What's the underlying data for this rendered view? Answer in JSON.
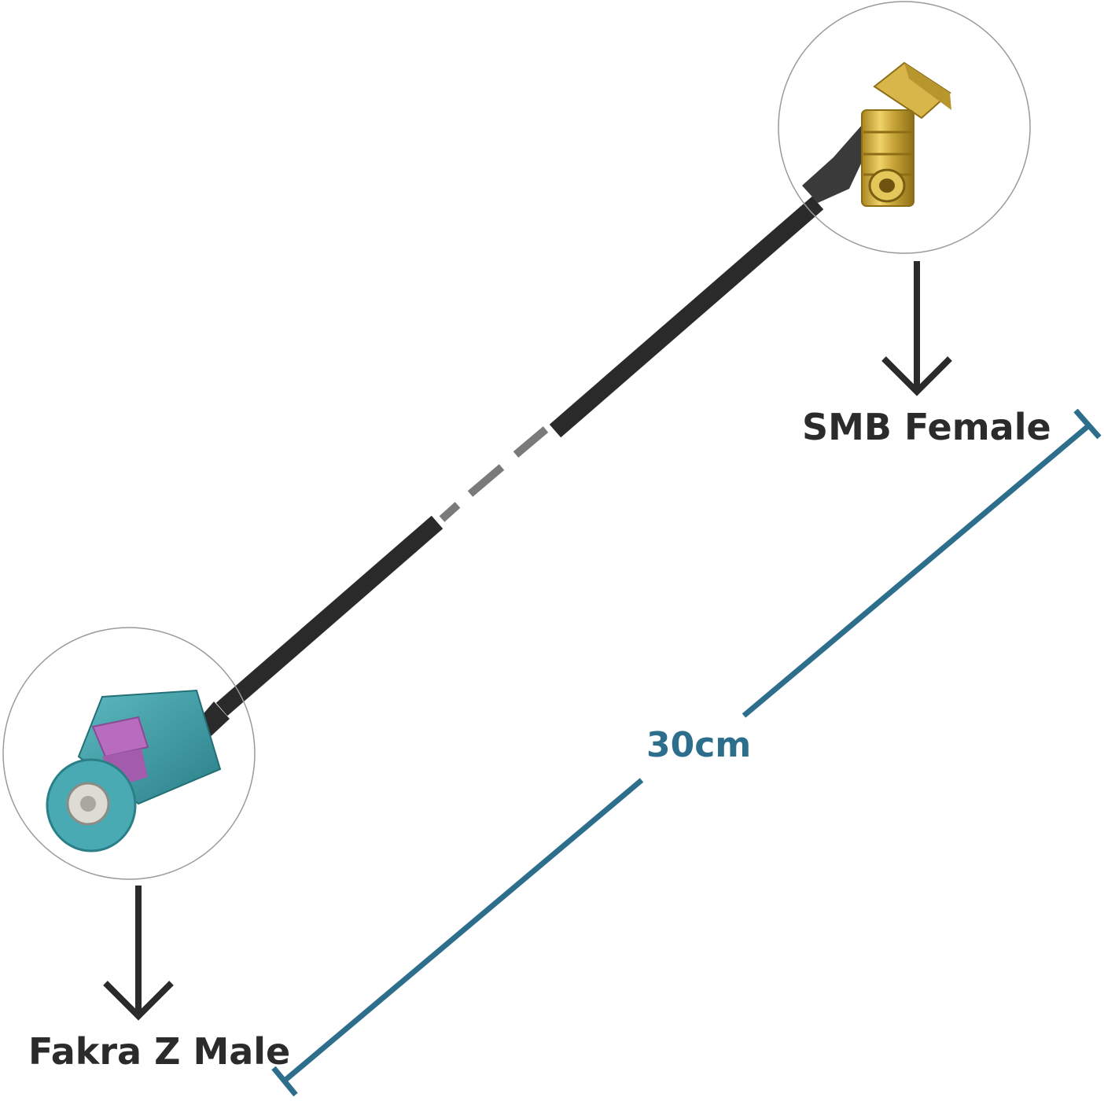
{
  "labels": {
    "smb": "SMB Female",
    "fakra": "Fakra Z Male",
    "length": "30cm"
  },
  "colors": {
    "cable": "#2a2a2a",
    "cable_break": "#7a7a7a",
    "fakra_body": "#3a9ba3",
    "fakra_accent": "#b86cc0",
    "smb_gold": "#c9a63a",
    "dimension_line": "#2c6e8c",
    "arrow": "#2b2b2b",
    "circle_outline": "#9a9a9a"
  },
  "icons": {
    "down_arrow": "arrow-down-icon"
  }
}
